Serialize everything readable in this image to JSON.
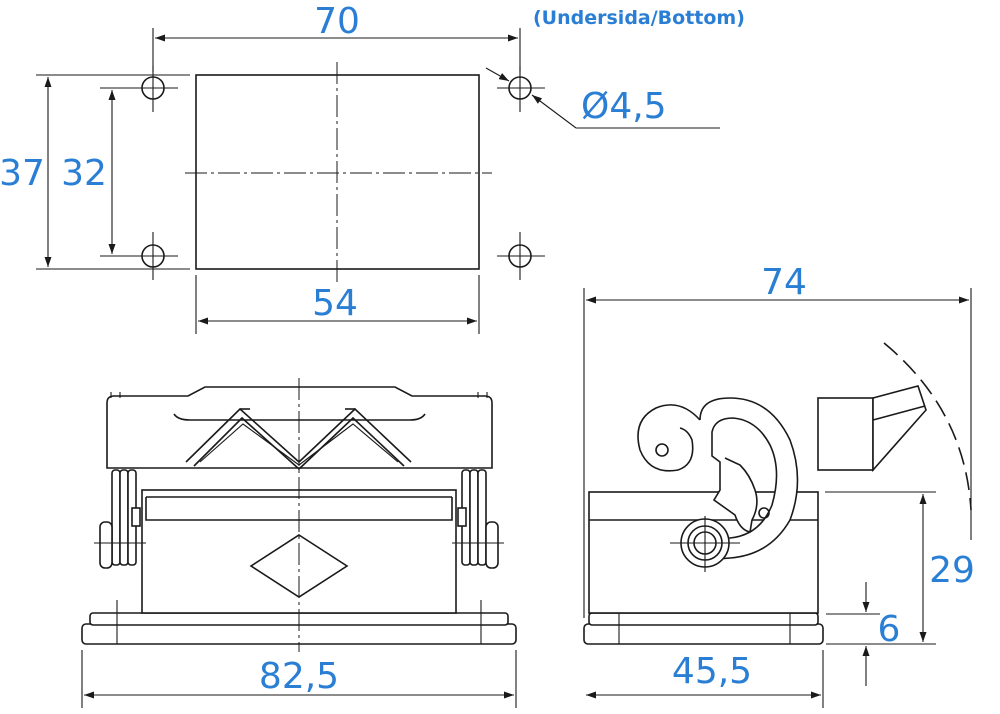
{
  "note": "(Undersida/Bottom)",
  "dimensions": {
    "width_holes": "70",
    "height_outer": "37",
    "height_holes": "32",
    "cutout_width": "54",
    "hole_diameter": "Ø4,5",
    "side_length": "74",
    "front_width": "82,5",
    "side_width": "45,5",
    "side_height": "29",
    "base_height": "6"
  },
  "colors": {
    "dimension_text": "#2a7fd4",
    "line": "#1a1a1a"
  }
}
